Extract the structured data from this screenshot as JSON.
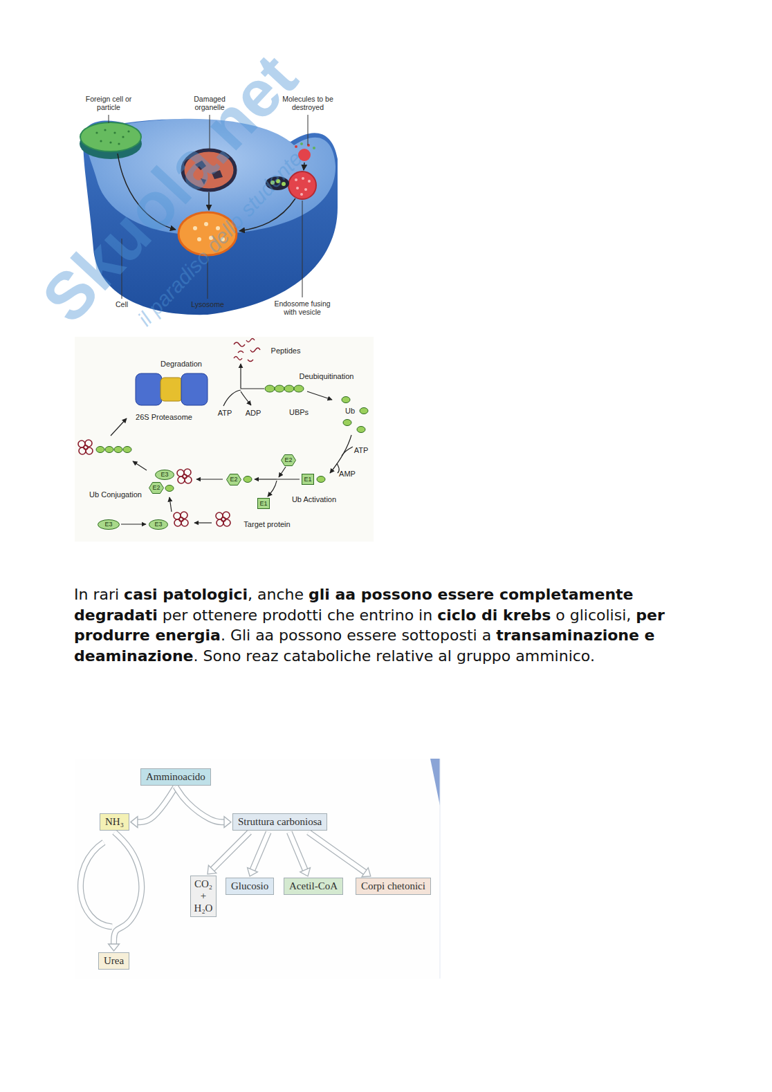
{
  "diagram": {
    "nodes": [
      {
        "text": [
          "E2"
        ]
      },
      {
        "text": [
          "E1"
        ]
      },
      {
        "text": [
          "E2"
        ]
      },
      {
        "text": [
          "E3"
        ]
      },
      {
        "text": [
          "E2"
        ]
      },
      {
        "text": [
          "E1"
        ]
      },
      {
        "text": [
          "E3"
        ]
      },
      {
        "text": [
          "E3"
        ]
      },
      {
        "text": [
          "Amminoacido"
        ]
      },
      {
        "text": [
          "NH₃"
        ]
      },
      {
        "text": [
          "Struttura carboniosa"
        ]
      },
      {
        "text": [
          "CO₂ + H₂O"
        ]
      },
      {
        "text": [
          "Glucosio"
        ]
      },
      {
        "text": [
          "Acetil-CoA"
        ]
      },
      {
        "text": [
          "Corpi chetonici"
        ]
      },
      {
        "text": [
          "Urea"
        ]
      }
    ],
    "edges": [
      {
        "from": 8,
        "to": 9,
        "arrow": "to"
      },
      {
        "from": 8,
        "to": 10,
        "arrow": "to"
      },
      {
        "from": 10,
        "to": 11,
        "arrow": "to"
      },
      {
        "from": 10,
        "to": 12,
        "arrow": "to"
      },
      {
        "from": 10,
        "to": 13,
        "arrow": "to"
      },
      {
        "from": 10,
        "to": 14,
        "arrow": "to"
      },
      {
        "from": 9,
        "to": 15,
        "arrow": "to"
      }
    ],
    "labels": [
      "Skuola.net",
      "il paradiso dello studente",
      "Foreign cell or particle",
      "Damaged organelle",
      "Molecules to be destroyed",
      "Cell",
      "Lysosome",
      "Endosome fusing with vesicle",
      "Peptides",
      "Degradation",
      "Deubiquitination",
      "ATP",
      "ADP",
      "UBPs",
      "Ub",
      "26S Proteasome",
      "ATP",
      "AMP",
      "Ub Activation",
      "Ub Conjugation",
      "Target protein",
      "In rari ",
      "casi patologici",
      ", anche ",
      "gli aa possono essere completamente degradati",
      " per ottenere prodotti che entrino in ",
      "ciclo di krebs",
      " o glicolisi, ",
      "per produrre energia",
      ". Gli aa possono essere sottoposti a ",
      "transaminazione e deaminazione",
      ". Sono reaz cataboliche relative al gruppo amminico."
    ]
  }
}
